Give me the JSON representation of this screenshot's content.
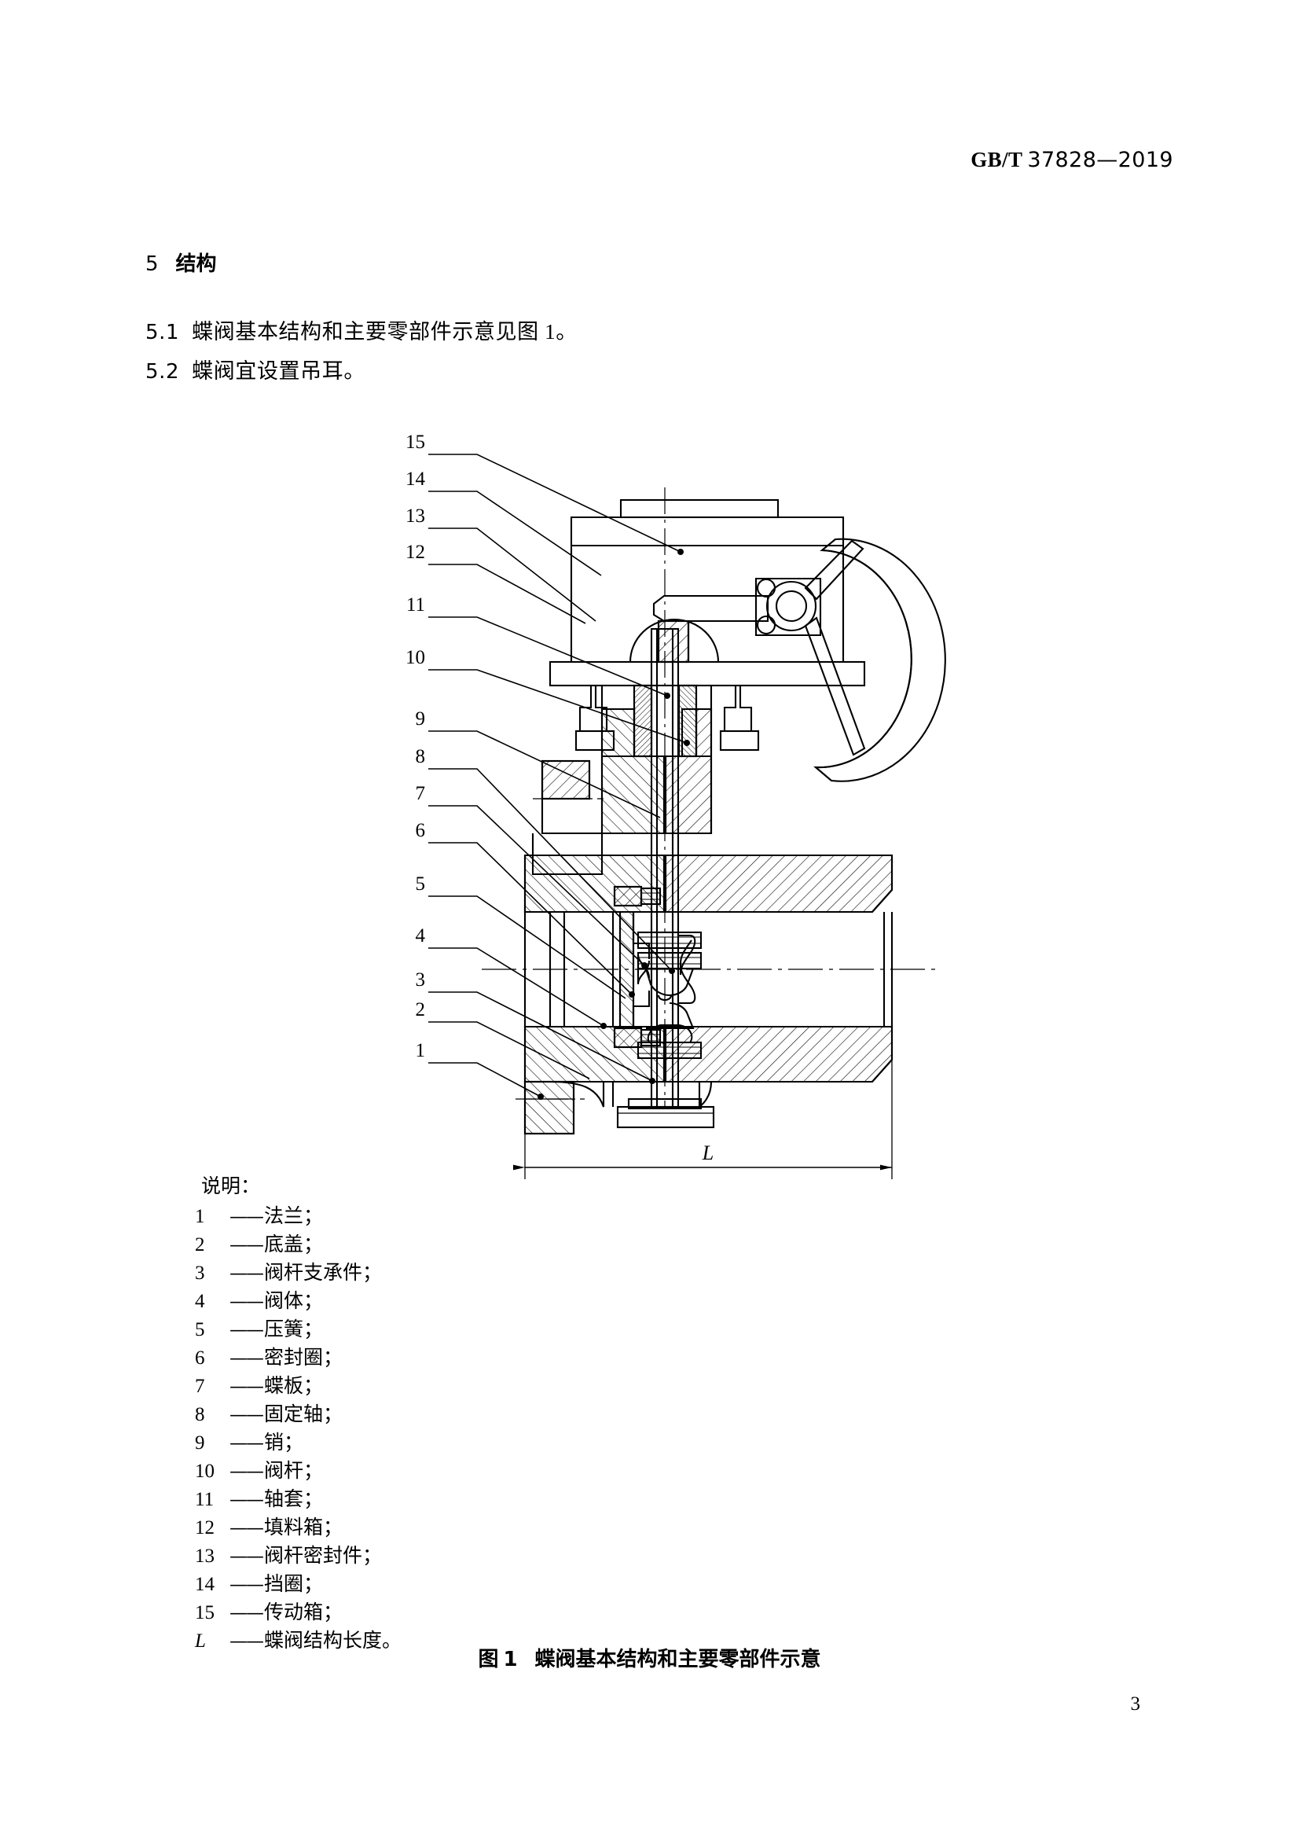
{
  "header": {
    "standard_prefix": "GB/T",
    "standard_number": "37828—2019"
  },
  "clause": {
    "number": "5",
    "title": "结构",
    "items": [
      {
        "number": "5.1",
        "text": "蝶阀基本结构和主要零部件示意见图 1。"
      },
      {
        "number": "5.2",
        "text": "蝶阀宜设置吊耳。"
      }
    ]
  },
  "figure": {
    "caption_label": "图",
    "caption_number": "1",
    "caption_title": "蝶阀基本结构和主要零部件示意",
    "dimension_label": "L",
    "callout_numbers": [
      "15",
      "14",
      "13",
      "12",
      "11",
      "10",
      "9",
      "8",
      "7",
      "6",
      "5",
      "4",
      "3",
      "2",
      "1"
    ]
  },
  "legend": {
    "title": "说明：",
    "dash": "——",
    "items": [
      {
        "key": "1",
        "text": "法兰；"
      },
      {
        "key": "2",
        "text": "底盖；"
      },
      {
        "key": "3",
        "text": "阀杆支承件；"
      },
      {
        "key": "4",
        "text": "阀体；"
      },
      {
        "key": "5",
        "text": "压簧；"
      },
      {
        "key": "6",
        "text": "密封圈；"
      },
      {
        "key": "7",
        "text": "蝶板；"
      },
      {
        "key": "8",
        "text": "固定轴；"
      },
      {
        "key": "9",
        "text": "销；"
      },
      {
        "key": "10",
        "text": "阀杆；"
      },
      {
        "key": "11",
        "text": "轴套；"
      },
      {
        "key": "12",
        "text": "填料箱；"
      },
      {
        "key": "13",
        "text": "阀杆密封件；"
      },
      {
        "key": "14",
        "text": "挡圈；"
      },
      {
        "key": "15",
        "text": "传动箱；"
      },
      {
        "key": "L",
        "text": "蝶阀结构长度。",
        "italic": true
      }
    ]
  },
  "folio": {
    "page_number": "3"
  },
  "colors": {
    "ink": "#000000",
    "paper": "#ffffff"
  }
}
